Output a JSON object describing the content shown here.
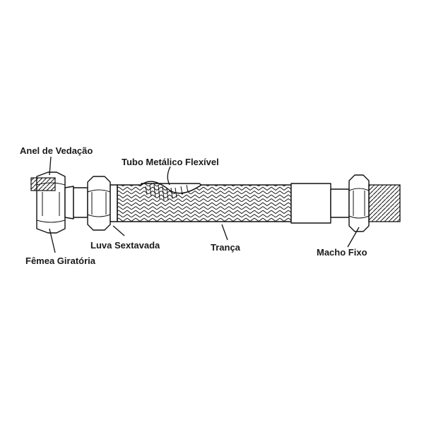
{
  "labels": {
    "sealing_ring": "Anel de Vedação",
    "flexible_tube": "Tubo Metálico Flexível",
    "hex_sleeve": "Luva Sextavada",
    "braid": "Trança",
    "swivel_female": "Fêmea Giratória",
    "fixed_male": "Macho Fixo"
  }
}
